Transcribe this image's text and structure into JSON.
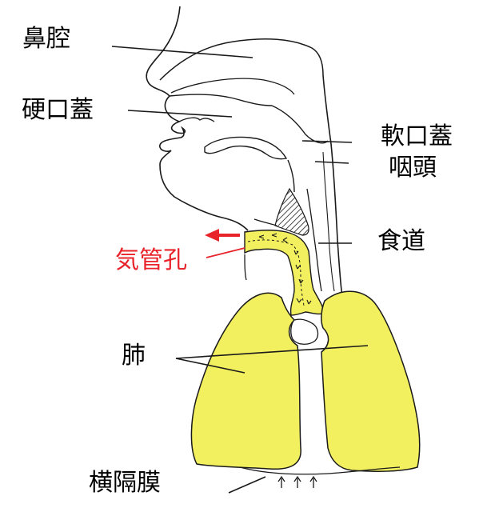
{
  "labels": {
    "nasal_cavity": "鼻腔",
    "hard_palate": "硬口蓋",
    "soft_palate": "軟口蓋",
    "pharynx": "咽頭",
    "esophagus": "食道",
    "tracheal_stoma": "気管孔",
    "lungs": "肺",
    "diaphragm": "横隔膜"
  },
  "colors": {
    "highlight": "#e8232a",
    "lung_fill": "#f2f05e",
    "line": "#1a1a1a"
  }
}
